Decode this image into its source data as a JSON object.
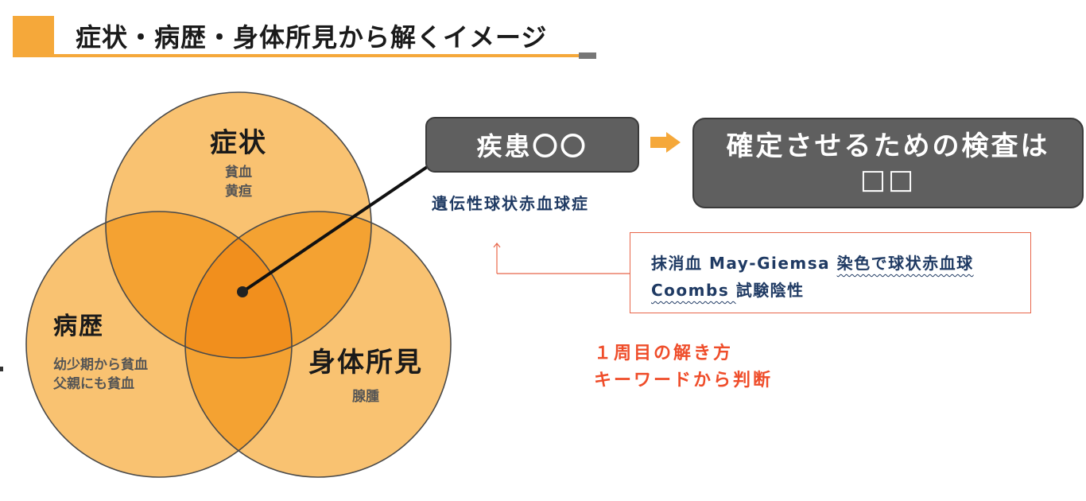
{
  "header": {
    "title": "症状・病歴・身体所見から解くイメージ"
  },
  "venn": {
    "symptoms": {
      "title": "症状",
      "items": [
        "貧血",
        "黄疸"
      ]
    },
    "history": {
      "title": "病歴",
      "items": [
        "幼少期から貧血",
        "父親にも貧血"
      ]
    },
    "exam": {
      "title": "身体所見",
      "items": [
        "腺腫"
      ]
    }
  },
  "disease_box": {
    "label": "疾患〇〇"
  },
  "diagnosis": {
    "label": "遺伝性球状赤血球症"
  },
  "test_box": {
    "line1": "確定させるための検査は",
    "line2": "□□"
  },
  "findings": {
    "line1_plain": "抹消血 May-Giemsa ",
    "line1_marked": "染色で球状赤血球",
    "line2_plain": "Coombs ",
    "line2_marked": "試験陰性"
  },
  "method": {
    "line1": "１周目の解き方",
    "line2": "キーワードから判断"
  },
  "colors": {
    "accent": "#f5a83a",
    "circle_fill": "#f9c271",
    "overlap_fill": "#f4a232",
    "center_fill": "#f18f1d",
    "dark_box": "#5f5f5f",
    "navy_text": "#1f3a63",
    "red_text": "#ef4d2a"
  }
}
